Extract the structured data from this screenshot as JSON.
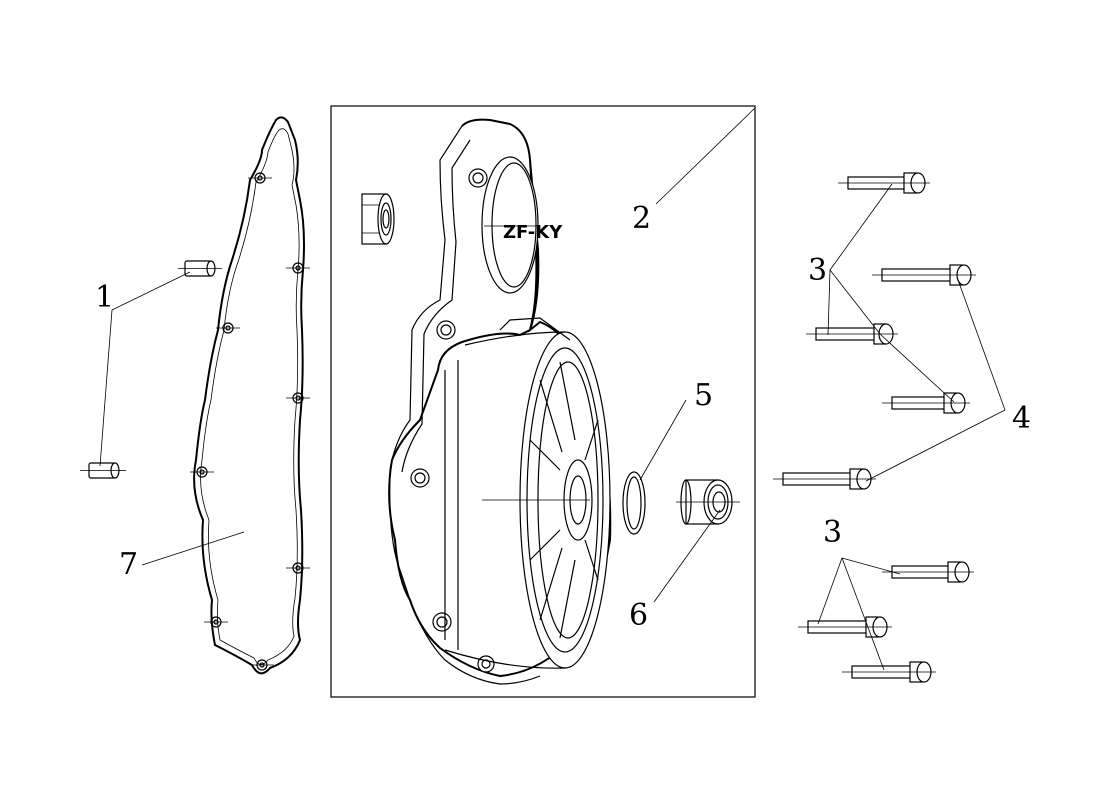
{
  "callouts": [
    {
      "id": "label-1",
      "text": "1"
    },
    {
      "id": "label-2",
      "text": "2"
    },
    {
      "id": "label-3a",
      "text": "3"
    },
    {
      "id": "label-3b",
      "text": "3"
    },
    {
      "id": "label-4",
      "text": "4"
    },
    {
      "id": "label-5",
      "text": "5"
    },
    {
      "id": "label-6",
      "text": "6"
    },
    {
      "id": "label-7",
      "text": "7"
    }
  ],
  "cover_logo": "ZF-KY",
  "colors": {
    "line": "#000000",
    "background": "#ffffff"
  }
}
